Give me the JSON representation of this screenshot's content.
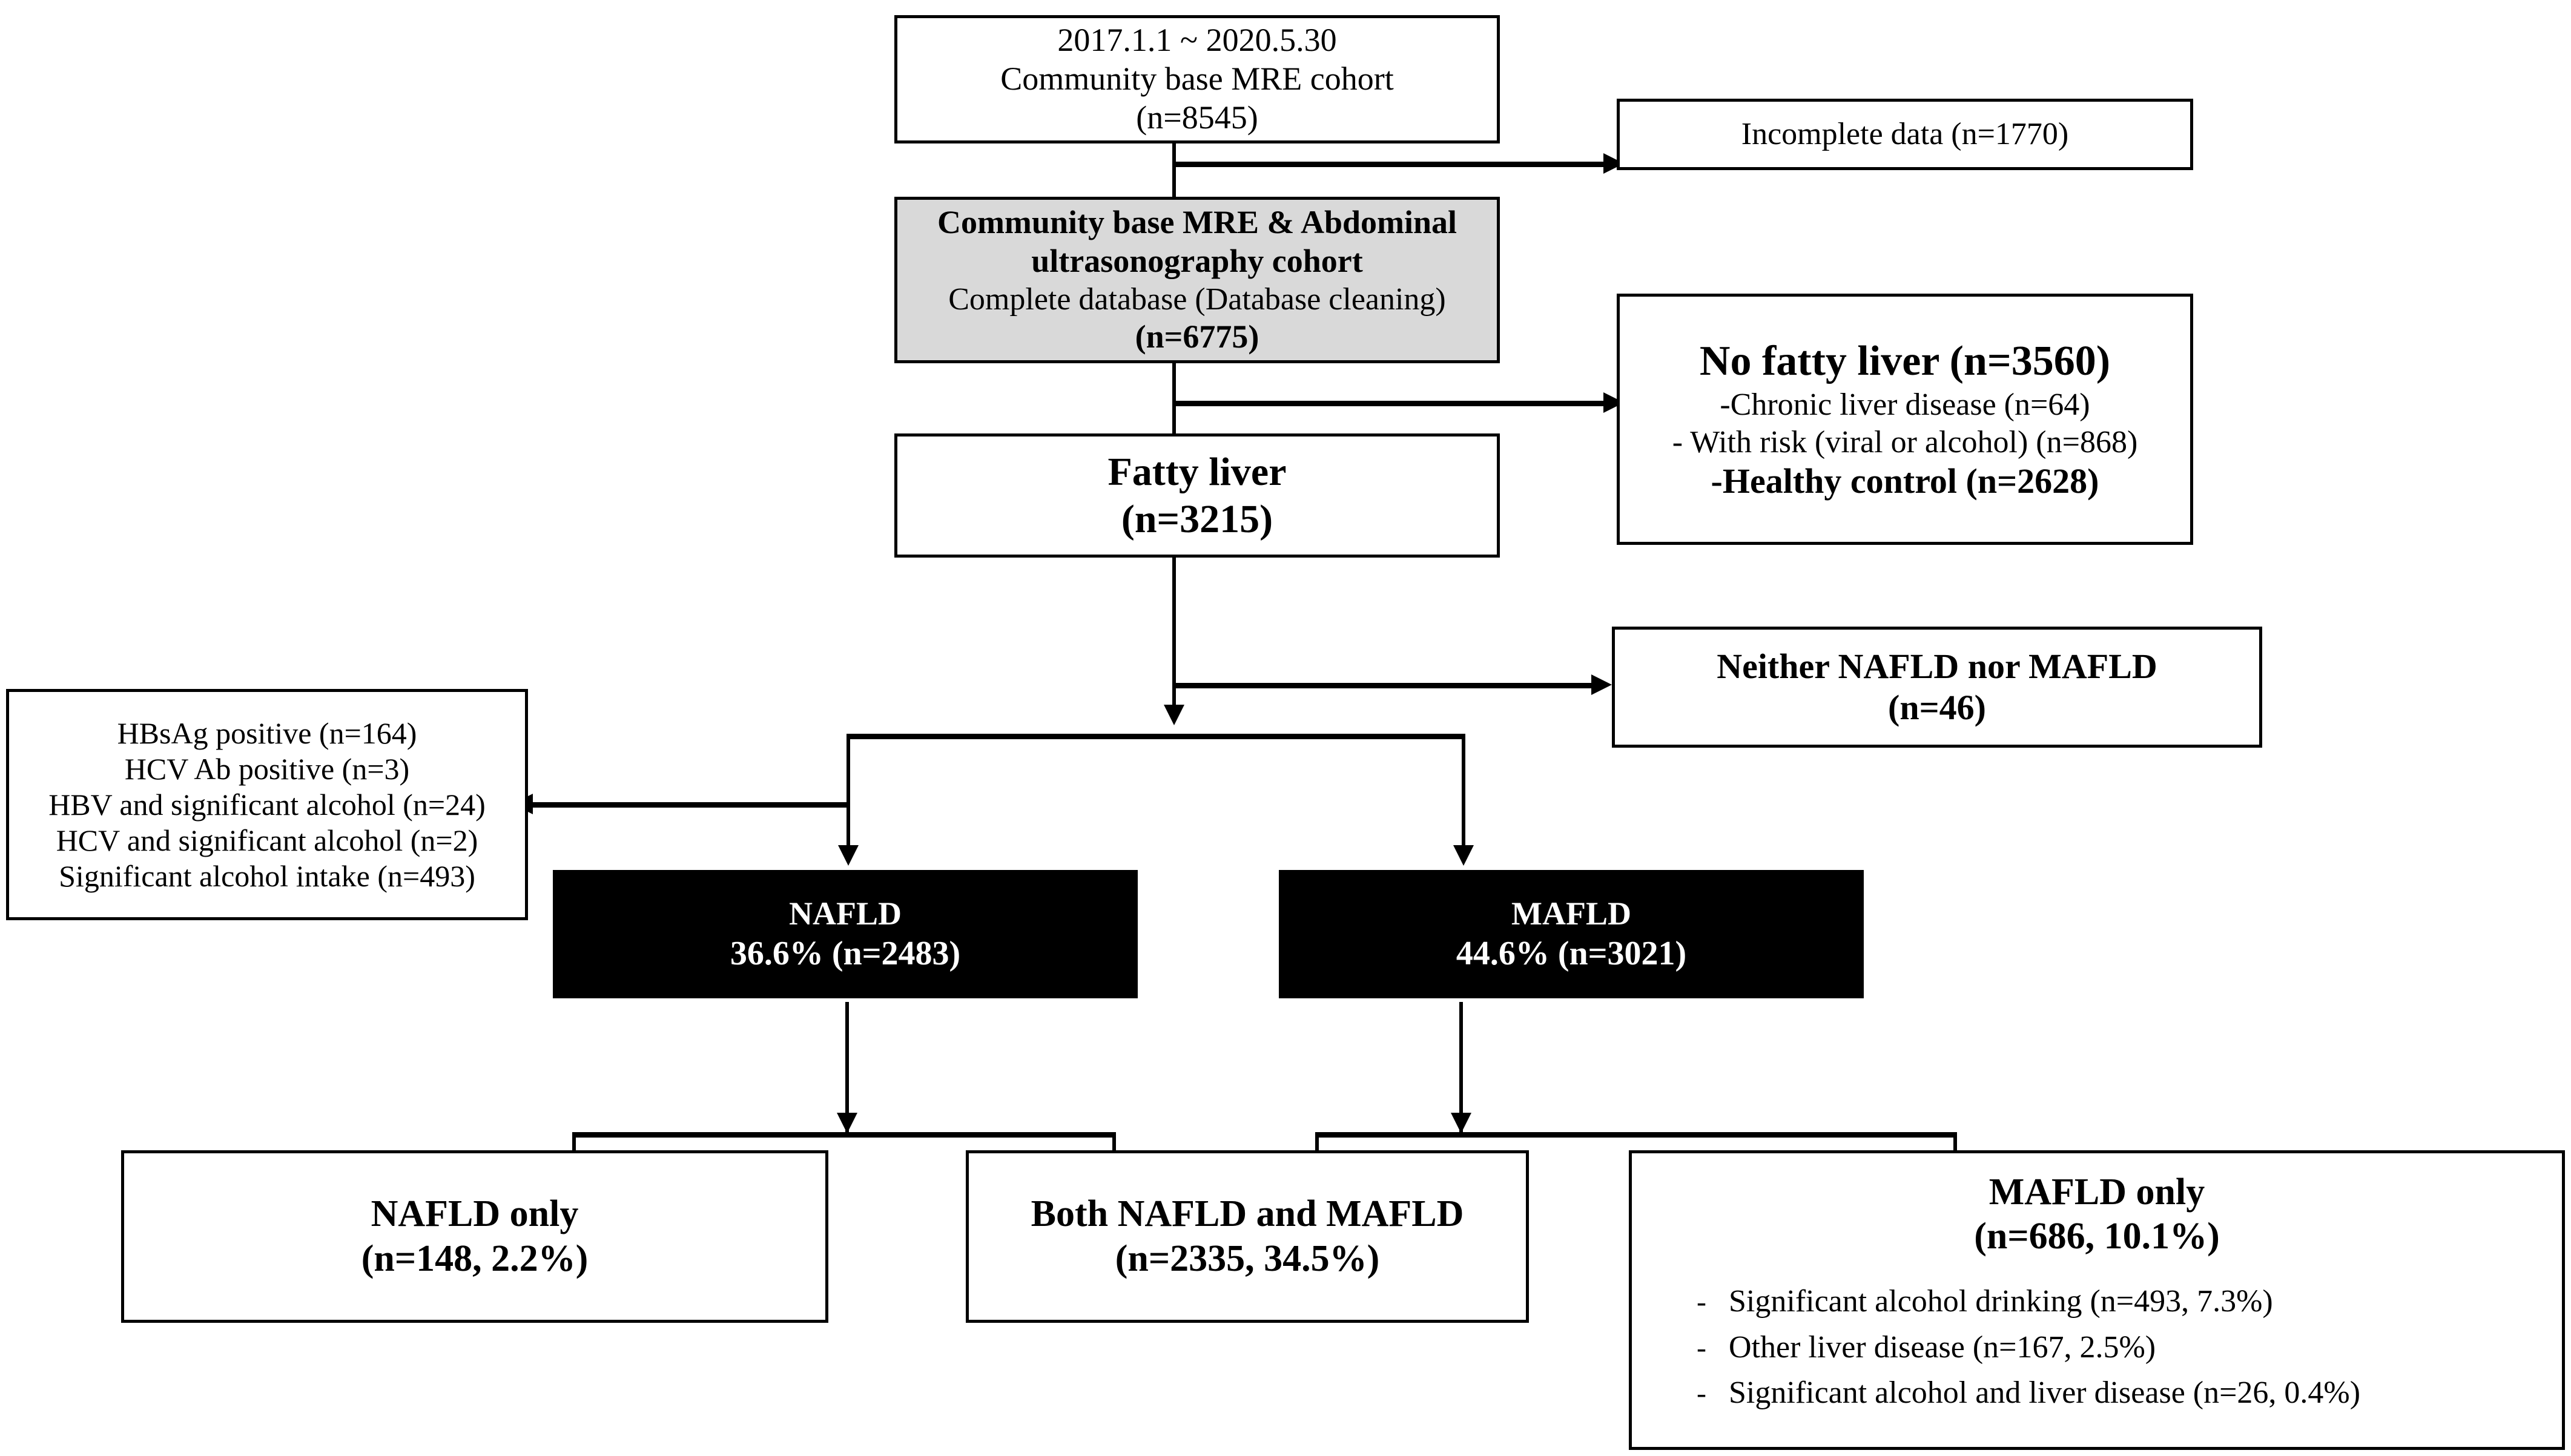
{
  "diagram": {
    "title": "Study population flow diagram (NAFLD / MAFLD community cohort)",
    "boxes": {
      "cohort": {
        "line1": "2017.1.1 ~ 2020.5.30",
        "line2": "Community base MRE cohort",
        "line3": "(n=8545)"
      },
      "incomplete": {
        "line1": "Incomplete data (n=1770)"
      },
      "complete_db": {
        "line1": "Community base MRE & Abdominal",
        "line2": "ultrasonography cohort",
        "line3": "Complete database (Database cleaning)",
        "line4": "(n=6775)"
      },
      "no_fatty_liver": {
        "line1": "No fatty liver (n=3560)",
        "line2": "-Chronic liver disease (n=64)",
        "line3": "- With risk (viral or alcohol) (n=868)",
        "line4": "-Healthy control (n=2628)"
      },
      "fatty_liver": {
        "line1": "Fatty liver",
        "line2": "(n=3215)"
      },
      "neither": {
        "line1": "Neither NAFLD nor MAFLD",
        "line2": "(n=46)"
      },
      "exclusions": {
        "line1": "HBsAg positive (n=164)",
        "line2": "HCV Ab positive (n=3)",
        "line3": "HBV and significant alcohol (n=24)",
        "line4": "HCV and significant alcohol (n=2)",
        "line5": "Significant alcohol intake (n=493)"
      },
      "nafld": {
        "line1": "NAFLD",
        "line2": "36.6% (n=2483)"
      },
      "mafld": {
        "line1": "MAFLD",
        "line2": "44.6% (n=3021)"
      },
      "nafld_only": {
        "line1": "NAFLD only",
        "line2": "(n=148, 2.2%)"
      },
      "both": {
        "line1": "Both NAFLD and MAFLD",
        "line2": "(n=2335, 34.5%)"
      },
      "mafld_only": {
        "line1": "MAFLD only",
        "line2": "(n=686, 10.1%)",
        "bullet_marker": "-",
        "bullets": [
          "Significant alcohol drinking (n=493, 7.3%)",
          "Other liver disease (n=167, 2.5%)",
          "Significant alcohol and liver disease (n=26, 0.4%)"
        ]
      }
    },
    "colors": {
      "line": "#000000",
      "highlight_fill": "#d9d9d9",
      "emphasis_fill": "#000000",
      "emphasis_text": "#ffffff",
      "page_bg": "#ffffff"
    }
  }
}
